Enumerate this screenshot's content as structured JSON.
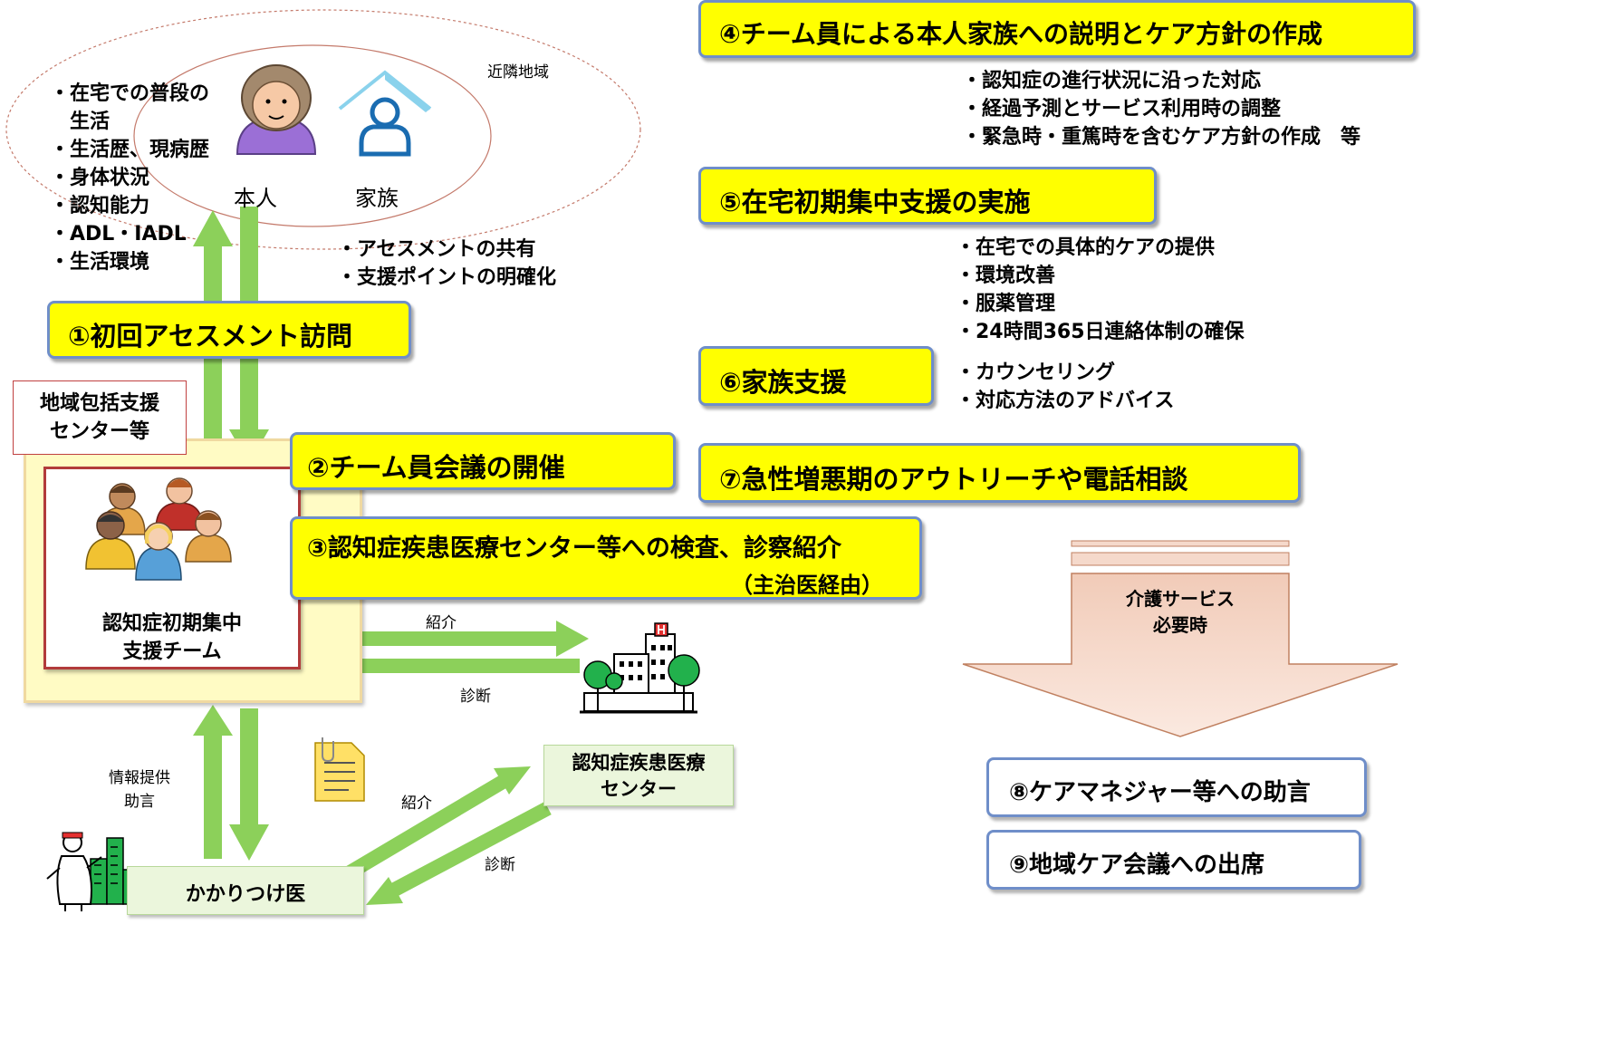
{
  "community": {
    "area_label": "近隣地域",
    "person_label": "本人",
    "family_label": "家族",
    "assessment_items": [
      "・在宅での普段の",
      "　生活",
      "・生活歴、現病歴",
      "・身体状況",
      "・認知能力",
      "・ADL・IADL",
      "・生活環境"
    ]
  },
  "sharing_notes": [
    "・アセスメントの共有",
    "・支援ポイントの明確化"
  ],
  "steps": {
    "s1": "①初回アセスメント訪問",
    "s2": "②チーム員会議の開催",
    "s3_line1": "③認知症疾患医療センター等への検査、診察紹介",
    "s3_line2": "（主治医経由）",
    "s4": "④チーム員による本人家族への説明とケア方針の作成",
    "s5": "⑤在宅初期集中支援の実施",
    "s6": "⑥家族支援",
    "s7": "⑦急性増悪期のアウトリーチや電話相談",
    "s8": "⑧ケアマネジャー等への助言",
    "s9": "⑨地域ケア会議への出席"
  },
  "s4_details": [
    "・認知症の進行状況に沿った対応",
    "・経過予測とサービス利用時の調整",
    "・緊急時・重篤時を含むケア方針の作成　等"
  ],
  "s5_details": [
    "・在宅での具体的ケアの提供",
    "・環境改善",
    "・服薬管理",
    "・24時間365日連絡体制の確保"
  ],
  "s6_details": [
    "・カウンセリング",
    "・対応方法のアドバイス"
  ],
  "center": {
    "label_line1": "地域包括支援",
    "label_line2": "センター等",
    "team_line1": "認知症初期集中",
    "team_line2": "支援チーム"
  },
  "flows": {
    "referral_1": "紹介",
    "diagnosis_1": "診断",
    "info_line1": "情報提供",
    "info_line2": "助言",
    "referral_2": "紹介",
    "diagnosis_2": "診断"
  },
  "medical_center": {
    "line1": "認知症疾患医療",
    "line2": "センター"
  },
  "gp": {
    "label": "かかりつけ医"
  },
  "care_service": {
    "line1": "介護サービス",
    "line2": "必要時"
  },
  "colors": {
    "arrow_green": "#8cd05a",
    "step_yellow": "#ffff00",
    "step_border": "#6f8ec9",
    "center_fill": "#fffbc4",
    "team_border": "#b23b3b",
    "green_box": "#ebf6dc",
    "big_arrow": "#f5d9cb",
    "big_arrow_border": "#c08060"
  }
}
